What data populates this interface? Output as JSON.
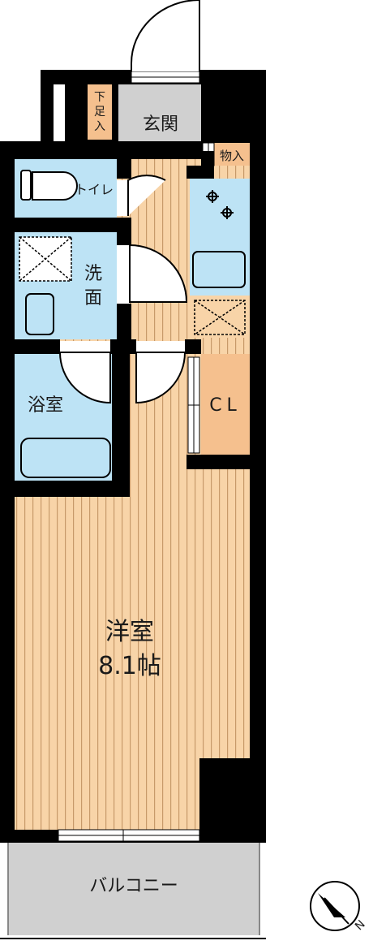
{
  "rooms": {
    "entrance": "玄関",
    "shoe_storage": "下足入",
    "storage": "物入",
    "toilet": "トイレ",
    "washroom": "洗面",
    "bathroom": "浴室",
    "closet": "CL",
    "western_room": "洋室",
    "western_room_size": "8.1帖",
    "balcony": "バルコニー"
  },
  "compass": {
    "north": "N"
  },
  "colors": {
    "wall": "#000000",
    "wet_area": "#bde3f5",
    "floor_wood": "#f8d4a8",
    "floor_line": "#c79a6a",
    "closet": "#f5c08e",
    "entrance_tile": "#d0d0d0",
    "balcony": "#d0d0d0"
  }
}
